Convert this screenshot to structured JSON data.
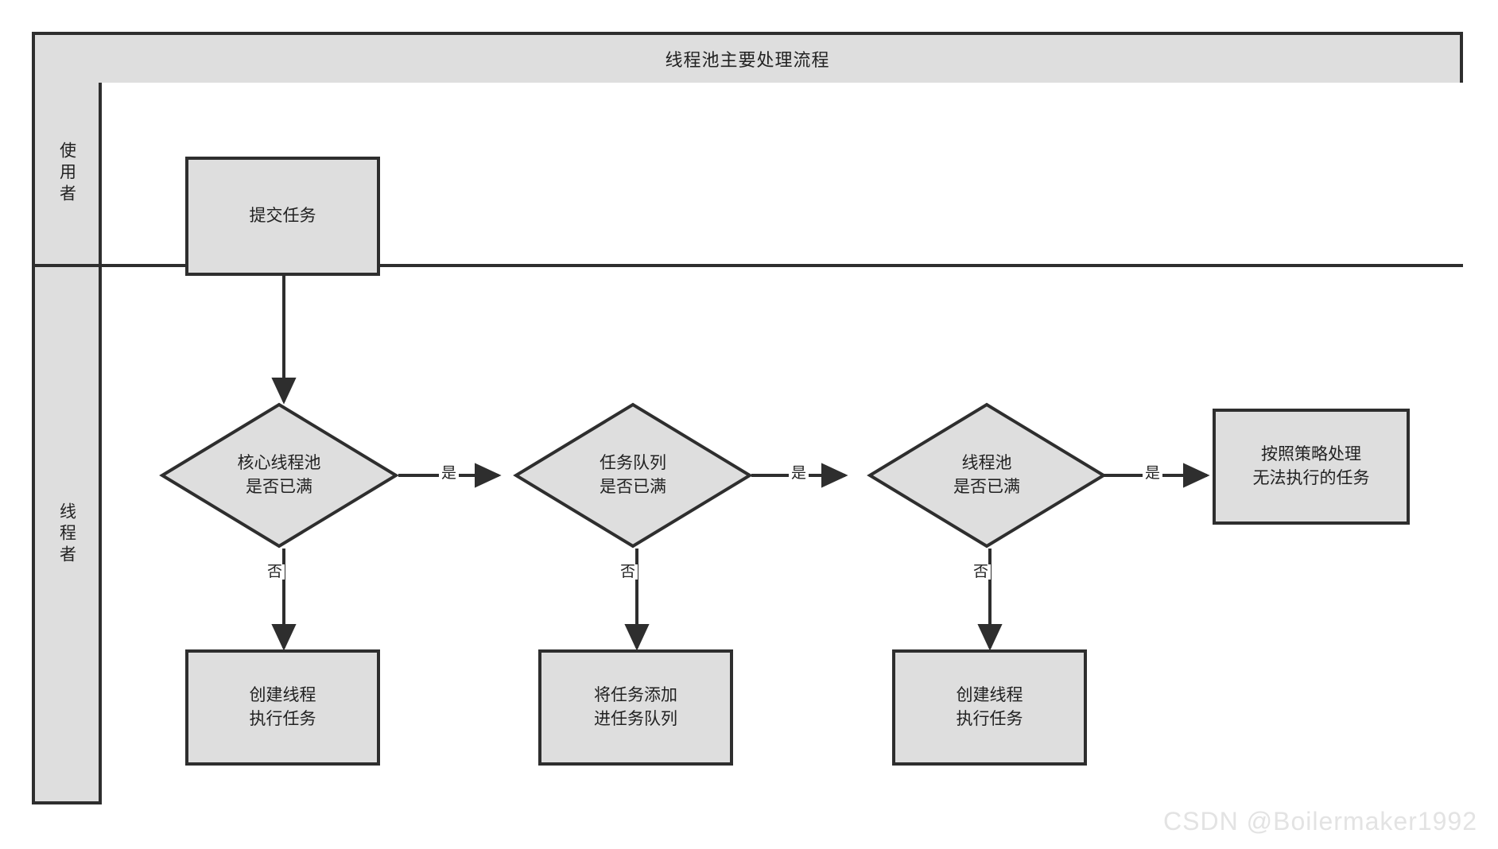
{
  "diagram": {
    "title": "线程池主要处理流程",
    "watermark": "CSDN @Boilermaker1992",
    "colors": {
      "node_fill": "#dedede",
      "stroke": "#2e2e2e",
      "text": "#222222",
      "background": "#ffffff",
      "watermark": "#e3e3e3"
    },
    "lanes": [
      {
        "id": "user",
        "label": "使用者"
      },
      {
        "id": "thread",
        "label": "线程者"
      }
    ],
    "nodes": [
      {
        "id": "submit-task",
        "type": "process",
        "lane": "user",
        "label": "提交任务"
      },
      {
        "id": "core-pool-full",
        "type": "decision",
        "lane": "thread",
        "label": "核心线程池\n是否已满"
      },
      {
        "id": "queue-full",
        "type": "decision",
        "lane": "thread",
        "label": "任务队列\n是否已满"
      },
      {
        "id": "pool-full",
        "type": "decision",
        "lane": "thread",
        "label": "线程池\n是否已满"
      },
      {
        "id": "reject-policy",
        "type": "process",
        "lane": "thread",
        "label": "按照策略处理\n无法执行的任务"
      },
      {
        "id": "create-thread-1",
        "type": "process",
        "lane": "thread",
        "label": "创建线程\n执行任务"
      },
      {
        "id": "add-to-queue",
        "type": "process",
        "lane": "thread",
        "label": "将任务添加\n进任务队列"
      },
      {
        "id": "create-thread-2",
        "type": "process",
        "lane": "thread",
        "label": "创建线程\n执行任务"
      }
    ],
    "edges": [
      {
        "id": "e1",
        "from": "submit-task",
        "to": "core-pool-full",
        "label": ""
      },
      {
        "id": "e2",
        "from": "core-pool-full",
        "to": "queue-full",
        "label": "是"
      },
      {
        "id": "e3",
        "from": "queue-full",
        "to": "pool-full",
        "label": "是"
      },
      {
        "id": "e4",
        "from": "pool-full",
        "to": "reject-policy",
        "label": "是"
      },
      {
        "id": "e5",
        "from": "core-pool-full",
        "to": "create-thread-1",
        "label": "否"
      },
      {
        "id": "e6",
        "from": "queue-full",
        "to": "add-to-queue",
        "label": "否"
      },
      {
        "id": "e7",
        "from": "pool-full",
        "to": "create-thread-2",
        "label": "否"
      }
    ]
  }
}
